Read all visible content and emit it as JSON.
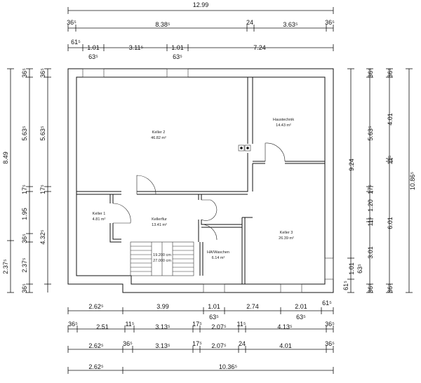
{
  "dimensions": {
    "top": {
      "row1": [
        "12.99"
      ],
      "row2": [
        "36⁵",
        "8.38⁵",
        "24",
        "3.63⁵",
        "36⁵"
      ],
      "row3_upper": [
        "61⁵",
        "1.01",
        "3.11⁵",
        "1.01",
        "7.24"
      ],
      "row3_lower": [
        "63⁵",
        "63⁵"
      ]
    },
    "left": {
      "outer": [
        "8.49",
        "2.37⁵"
      ],
      "middle": [
        "36⁵",
        "5.63⁵",
        "17⁵",
        "1.95",
        "36⁵",
        "2.37⁵",
        "36⁵"
      ],
      "inner": [
        "36⁵",
        "5.63⁵",
        "17⁵",
        "4.32⁵"
      ]
    },
    "right": {
      "inner": [
        "9.24",
        "61⁵",
        "1.01",
        "63⁵"
      ],
      "middle": [
        "36⁵",
        "5.63⁵",
        "17⁵",
        "1.20",
        "11⁵",
        "3.01",
        "36⁵"
      ],
      "middle2": [
        "36⁵",
        "4.01",
        "11⁵",
        "6.01",
        "36⁵"
      ],
      "outer": [
        "10.86⁵"
      ]
    },
    "bottom": {
      "row1": [
        "2.62⁵",
        "3.99",
        "1.01",
        "2.74",
        "2.01",
        "61⁵"
      ],
      "row1_sub": [
        "63⁵",
        "63⁵"
      ],
      "row2": [
        "36⁵",
        "2.51",
        "11⁵",
        "3.13⁵",
        "17⁵",
        "2.07⁵",
        "11⁵",
        "4.13⁵",
        "36⁵"
      ],
      "row3": [
        "2.62⁵",
        "36⁵",
        "3.13⁵",
        "17⁵",
        "2.07⁵",
        "24",
        "4.01",
        "36⁵"
      ],
      "row4": [
        "2.62⁵",
        "10.36⁵"
      ]
    }
  },
  "rooms": [
    {
      "name": "Keller 2",
      "area": "46.82 m²"
    },
    {
      "name": "Haustechnik",
      "area": "14.43 m²"
    },
    {
      "name": "Keller 1",
      "area": "4.81 m²"
    },
    {
      "name": "Kellerflur",
      "area": "13.41 m²"
    },
    {
      "name": "Keller 3",
      "area": "26.39 m²"
    },
    {
      "name": "HA/Waschen",
      "area": "6.14 m²"
    }
  ],
  "stairs": {
    "line1": "19.200 cm",
    "line2": "27.000 cm"
  }
}
